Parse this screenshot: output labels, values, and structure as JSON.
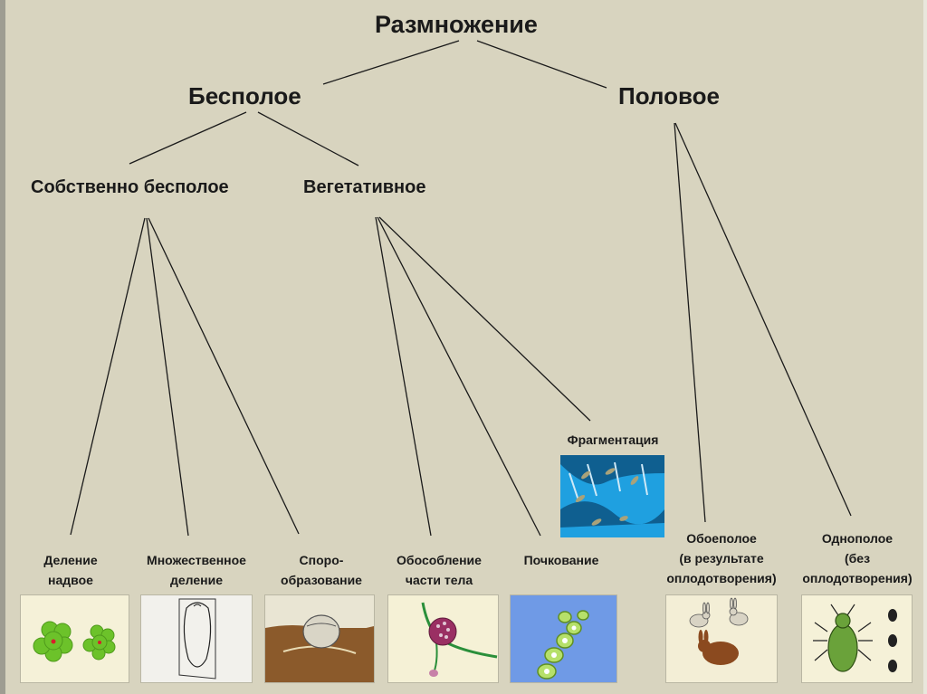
{
  "diagram": {
    "root": "Размножение",
    "asexual": "Бесполое",
    "sexual": "Половое",
    "proper_asexual": "Собственно бесполое",
    "vegetative": "Вегетативное",
    "leaves": {
      "binary_l1": "Деление",
      "binary_l2": "надвое",
      "multiple_l1": "Множественное",
      "multiple_l2": "деление",
      "spore_l1": "Споро-",
      "spore_l2": "образование",
      "separation_l1": "Обособление",
      "separation_l2": "части тела",
      "budding": "Почкование",
      "fragmentation": "Фрагментация",
      "bisexual_l1": "Обоеполое",
      "bisexual_l2": "(в результате",
      "bisexual_l3": "оплодотворения)",
      "unisexual_l1": "Однополое",
      "unisexual_l2": "(без",
      "unisexual_l3": "оплодотворения)"
    }
  },
  "colors": {
    "background": "#d8d4bf",
    "line": "#1a1a1a",
    "green_cell": "#6cc22a",
    "water": "#1fa0e0",
    "soil": "#8b5a2b"
  }
}
